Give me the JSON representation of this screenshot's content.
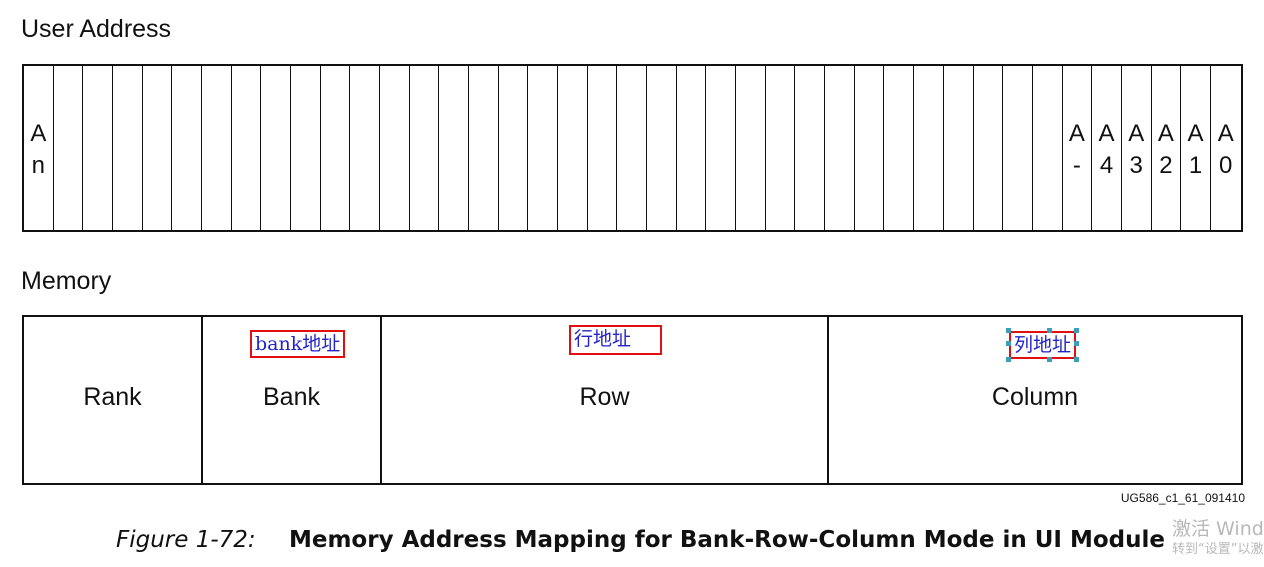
{
  "user_address": {
    "title": "User Address",
    "bits": [
      {
        "label": "A\nn"
      },
      {
        "label": ""
      },
      {
        "label": ""
      },
      {
        "label": ""
      },
      {
        "label": ""
      },
      {
        "label": ""
      },
      {
        "label": ""
      },
      {
        "label": ""
      },
      {
        "label": ""
      },
      {
        "label": ""
      },
      {
        "label": ""
      },
      {
        "label": ""
      },
      {
        "label": ""
      },
      {
        "label": ""
      },
      {
        "label": ""
      },
      {
        "label": ""
      },
      {
        "label": ""
      },
      {
        "label": ""
      },
      {
        "label": ""
      },
      {
        "label": ""
      },
      {
        "label": ""
      },
      {
        "label": ""
      },
      {
        "label": ""
      },
      {
        "label": ""
      },
      {
        "label": ""
      },
      {
        "label": ""
      },
      {
        "label": ""
      },
      {
        "label": ""
      },
      {
        "label": ""
      },
      {
        "label": ""
      },
      {
        "label": ""
      },
      {
        "label": ""
      },
      {
        "label": ""
      },
      {
        "label": ""
      },
      {
        "label": ""
      },
      {
        "label": "A\n-"
      },
      {
        "label": "A\n4"
      },
      {
        "label": "A\n3"
      },
      {
        "label": "A\n2"
      },
      {
        "label": "A\n1"
      },
      {
        "label": "A\n0"
      }
    ]
  },
  "memory": {
    "title": "Memory",
    "fields": [
      {
        "label": "Rank",
        "annotation": ""
      },
      {
        "label": "Bank",
        "annotation": "bank地址"
      },
      {
        "label": "Row",
        "annotation": "行地址"
      },
      {
        "label": "Column",
        "annotation": "列地址"
      }
    ]
  },
  "figure_id": "UG586_c1_61_091410",
  "caption": {
    "number": "Figure 1-72:",
    "title": "Memory Address Mapping for Bank-Row-Column Mode in UI Module"
  },
  "watermark": {
    "line1": "激活 Wind",
    "line2": "转到“设置”以激"
  },
  "colors": {
    "annotation_border": "#e01010",
    "annotation_text": "#2323c8",
    "selection_handle": "#3aa0b8"
  }
}
